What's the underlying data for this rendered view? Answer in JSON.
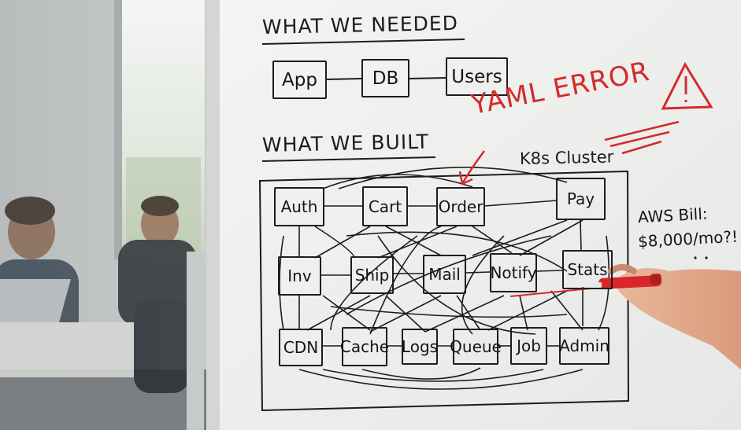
{
  "whiteboard": {
    "needed_heading": "WHAT WE NEEDED",
    "needed_boxes": [
      "App",
      "DB",
      "Users"
    ],
    "built_heading": "WHAT WE BUILT",
    "cluster_label": "K8s Cluster",
    "services": {
      "row1": [
        "Auth",
        "Cart",
        "Order",
        "Pay"
      ],
      "row2": [
        "Inv",
        "Ship",
        "Mail",
        "Notify",
        "Stats"
      ],
      "row3": [
        "CDN",
        "Cache",
        "Logs",
        "Queue",
        "Job",
        "Admin"
      ]
    },
    "error_note": "YAML ERROR",
    "aws_note_line1": "AWS Bill:",
    "aws_note_line2": "$8,000/mo?!",
    "sad_face": ":("
  },
  "colors": {
    "marker_black": "#1c1c1c",
    "marker_red": "#d42a2a",
    "board_white": "#f1f2f0"
  }
}
